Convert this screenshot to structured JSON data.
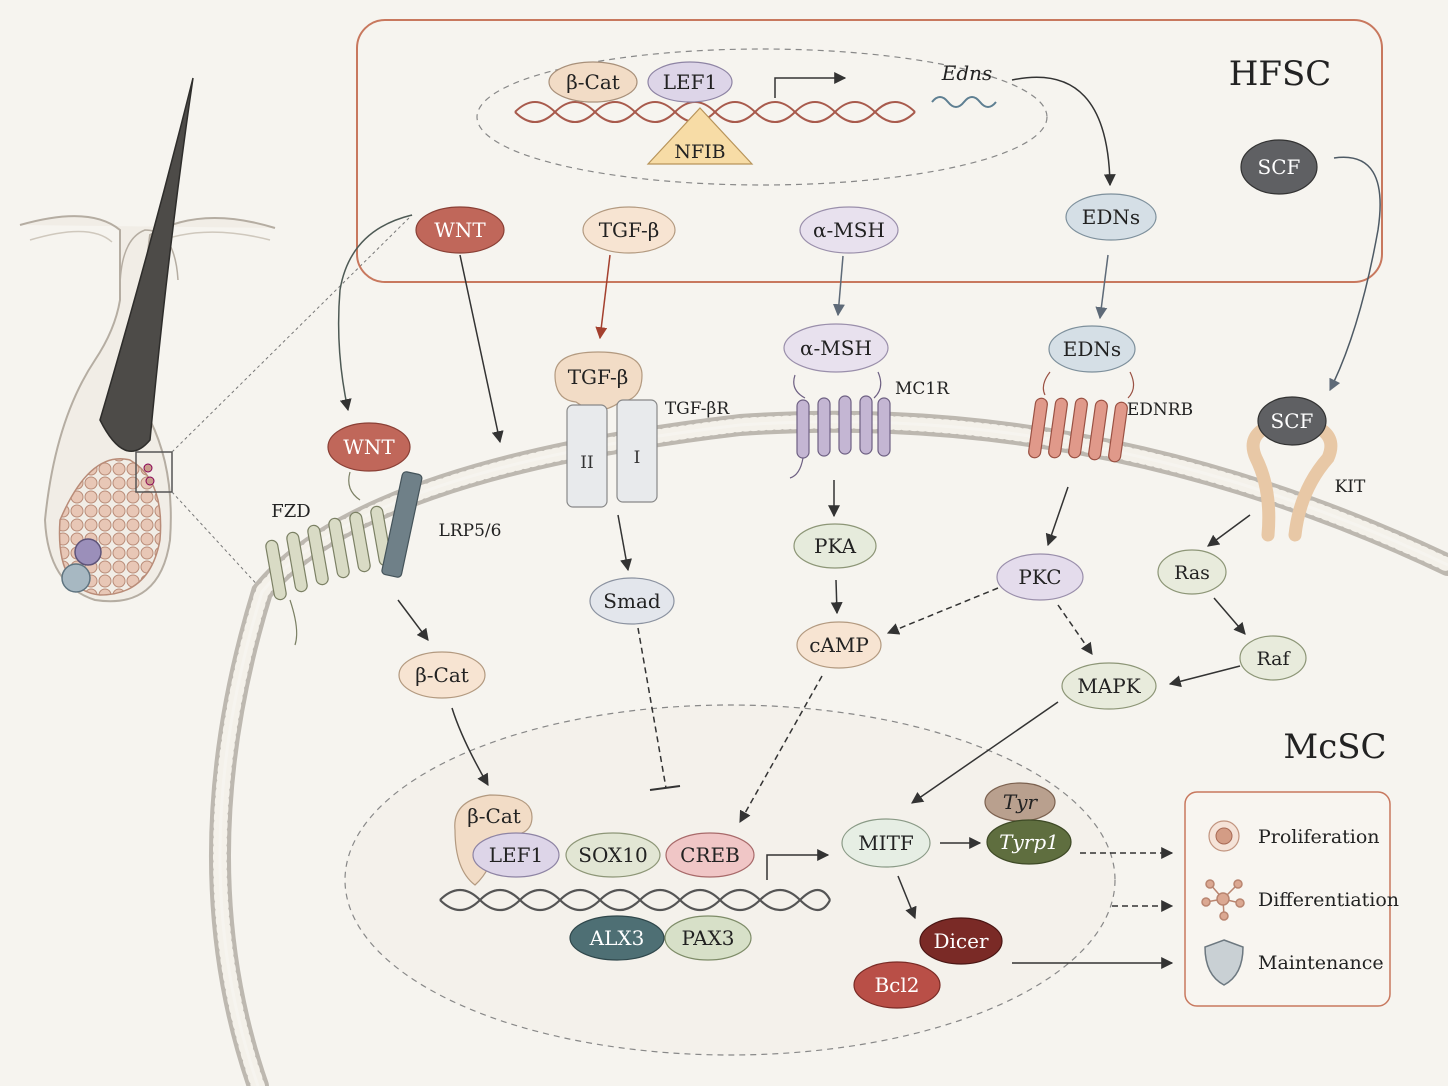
{
  "hfsc": {
    "title": "HFSC",
    "beta_cat": "β-Cat",
    "lef1": "LEF1",
    "nfib": "NFIB",
    "edns_gene": "Edns",
    "wnt": "WNT",
    "tgfb": "TGF-β",
    "amsh": "α-MSH",
    "edns": "EDNs",
    "scf": "SCF"
  },
  "membrane": {
    "wnt": "WNT",
    "fzd": "FZD",
    "lrp": "LRP5/6",
    "tgfb": "TGF-β",
    "tgfbr": "TGF-βR",
    "tgfbr_ii": "II",
    "tgfbr_i": "I",
    "amsh": "α-MSH",
    "mc1r": "MC1R",
    "edns": "EDNs",
    "ednrb": "EDNRB",
    "scf": "SCF",
    "kit": "KIT"
  },
  "cytoplasm": {
    "beta_cat": "β-Cat",
    "smad": "Smad",
    "pka": "PKA",
    "camp": "cAMP",
    "pkc": "PKC",
    "mapk": "MAPK",
    "ras": "Ras",
    "raf": "Raf"
  },
  "mcsc": {
    "title": "McSC",
    "beta_cat": "β-Cat",
    "lef1": "LEF1",
    "sox10": "SOX10",
    "creb": "CREB",
    "alx3": "ALX3",
    "pax3": "PAX3",
    "mitf": "MITF",
    "tyr": "Tyr",
    "tyrp1": "Tyrp1",
    "dicer": "Dicer",
    "bcl2": "Bcl2"
  },
  "legend": {
    "proliferation": "Proliferation",
    "differentiation": "Differentiation",
    "maintenance": "Maintenance"
  },
  "colors": {
    "wnt": "#c0675a",
    "tgfb": "#f2dcc6",
    "amsh": "#e4dcec",
    "edns": "#d5dfe6",
    "scf": "#5f6063",
    "hfsc_border": "#c8785e",
    "creb": "#f0c6c6",
    "alx3": "#4e6f74",
    "tyrp1": "#5f6e3f",
    "dicer": "#7a2a26",
    "bcl2": "#b94f47"
  }
}
